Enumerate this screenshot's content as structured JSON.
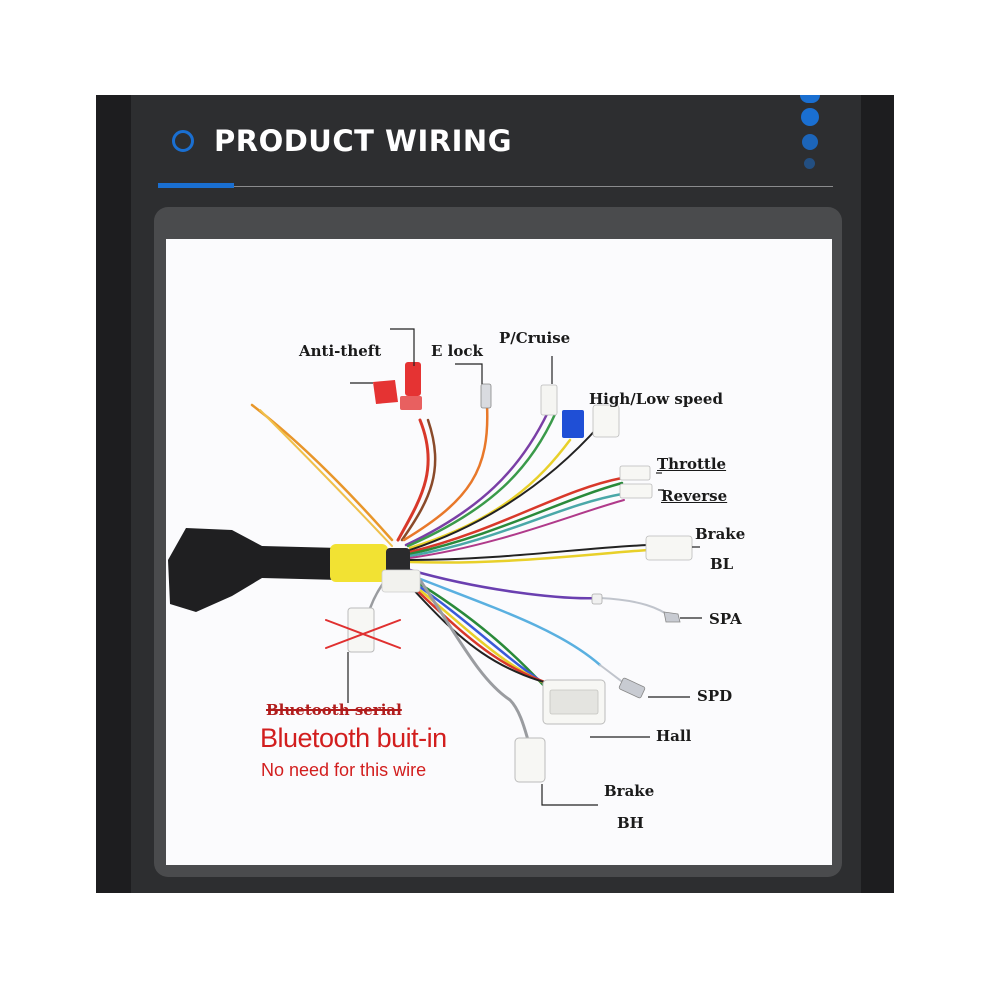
{
  "header": {
    "title": "PRODUCT WIRING",
    "accent_color": "#1a6fd1",
    "icon": "circle-ring-icon"
  },
  "labels": {
    "anti_theft": "Anti-theft",
    "e_lock": "E lock",
    "p_cruise": "P/Cruise",
    "high_low_speed": "High/Low speed",
    "throttle": "Throttle",
    "reverse": "Reverse",
    "brake_bl_top": "Brake",
    "brake_bl_bottom": "BL",
    "spa": "SPA",
    "spd": "SPD",
    "hall": "Hall",
    "brake_bh_top": "Brake",
    "brake_bh_bottom": "BH",
    "bluetooth_serial": "Bluetooth serial"
  },
  "notes": {
    "bluetooth_builtin": "Bluetooth buit-in",
    "no_need": "No need for this wire"
  },
  "colors": {
    "note_red": "#d21e1e",
    "yellow_sleeve": "#f2e233",
    "connector_red": "#e53333",
    "connector_blue": "#1f4fd6"
  }
}
